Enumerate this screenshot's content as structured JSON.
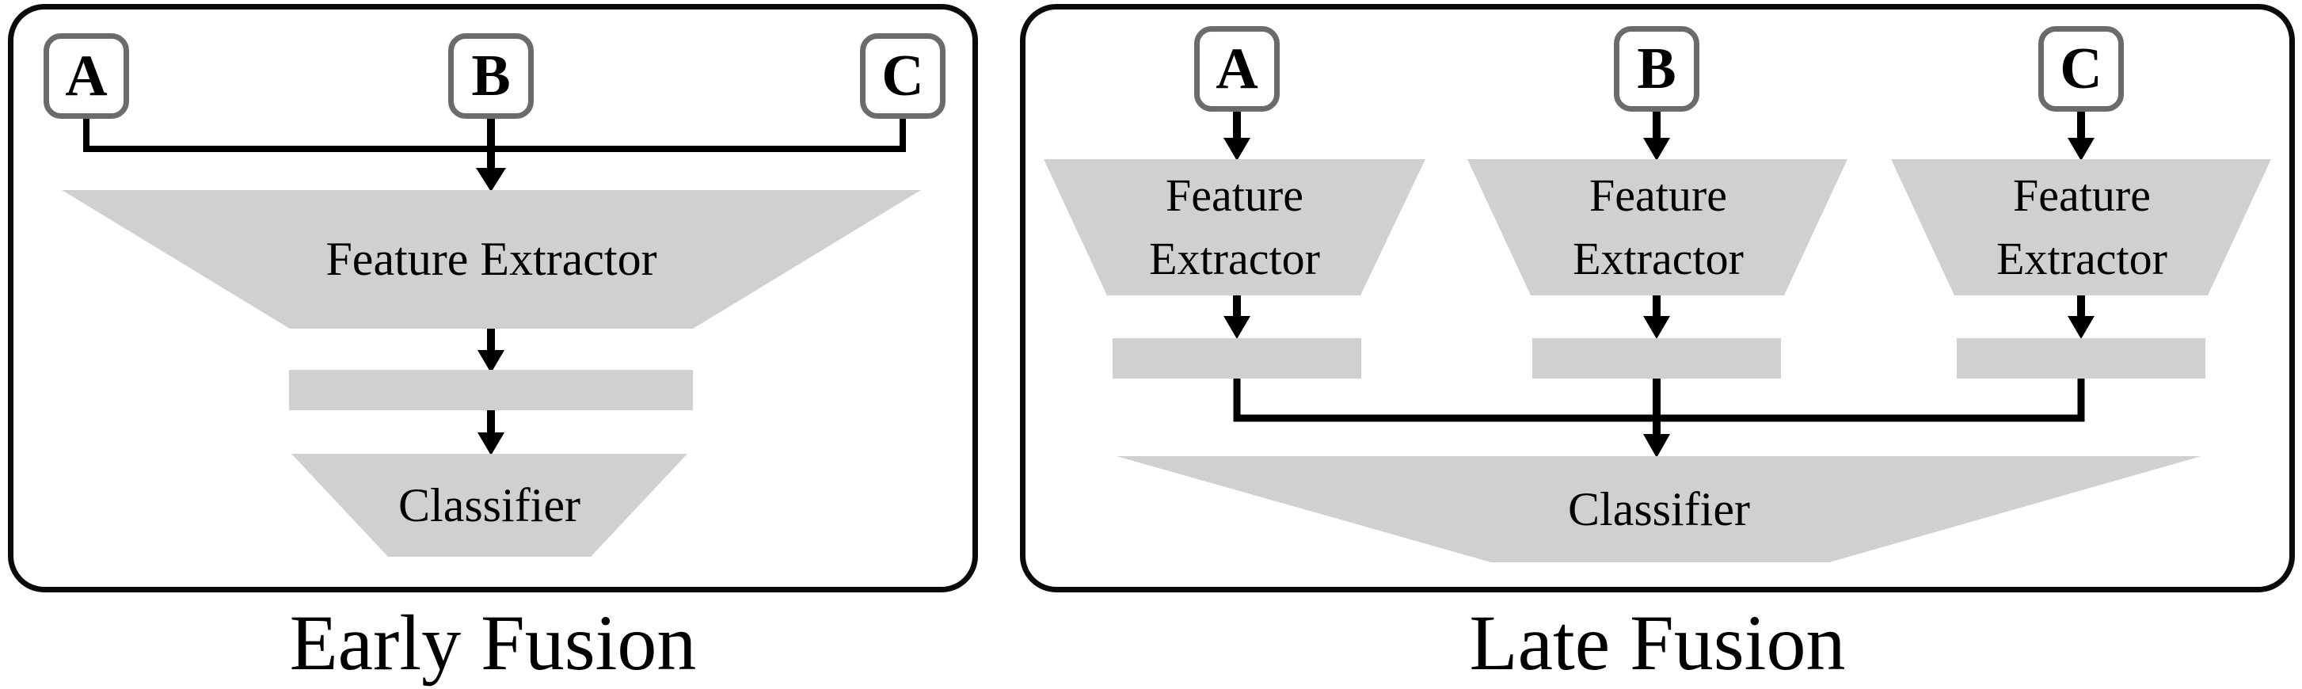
{
  "figure": {
    "panels": {
      "early": {
        "caption": "Early Fusion",
        "inputs": [
          "A",
          "B",
          "C"
        ],
        "feature_extractor": "Feature Extractor",
        "classifier": "Classifier"
      },
      "late": {
        "caption": "Late Fusion",
        "inputs": [
          "A",
          "B",
          "C"
        ],
        "feature_extractor": {
          "line1": "Feature",
          "line2": "Extractor"
        },
        "classifier": "Classifier"
      }
    }
  },
  "colors": {
    "page_bg": "#ffffff",
    "shape_fill": "#d0d0d0",
    "box_border": "#6b6b6b",
    "line": "#000000",
    "panel_border": "#0a0a0a",
    "text": "#000000"
  }
}
